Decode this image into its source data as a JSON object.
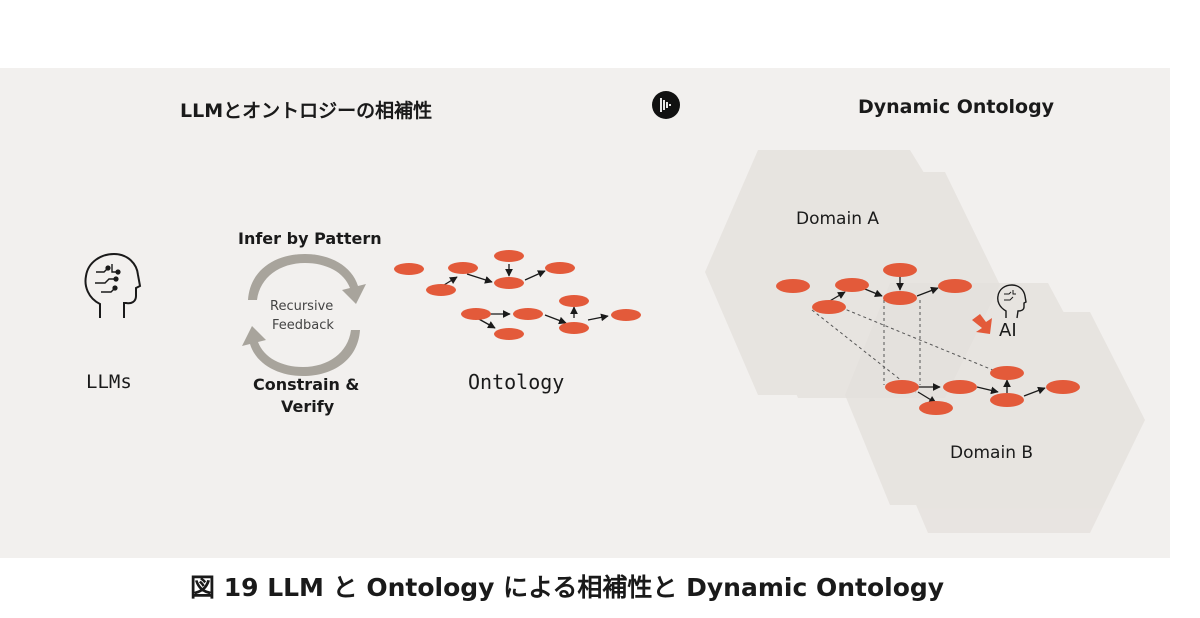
{
  "left_section": {
    "title": "LLMとオントロジーの相補性",
    "llms_label": "LLMs",
    "infer_label": "Infer by Pattern",
    "recursive_label": "Recursive",
    "feedback_label": "Feedback",
    "constrain_label": "Constrain &",
    "verify_label": "Verify",
    "ontology_label": "Ontology"
  },
  "right_section": {
    "title": "Dynamic Ontology",
    "domain_a_label": "Domain A",
    "domain_b_label": "Domain B",
    "ai_label": "AI"
  },
  "caption": "図 19 LLM と Ontology による相補性と Dynamic Ontology",
  "colors": {
    "node": "#e35a3a",
    "panel": "#f2f0ee",
    "hexagon": "#e4e0dc",
    "arrow_gray": "#a8a49c"
  }
}
